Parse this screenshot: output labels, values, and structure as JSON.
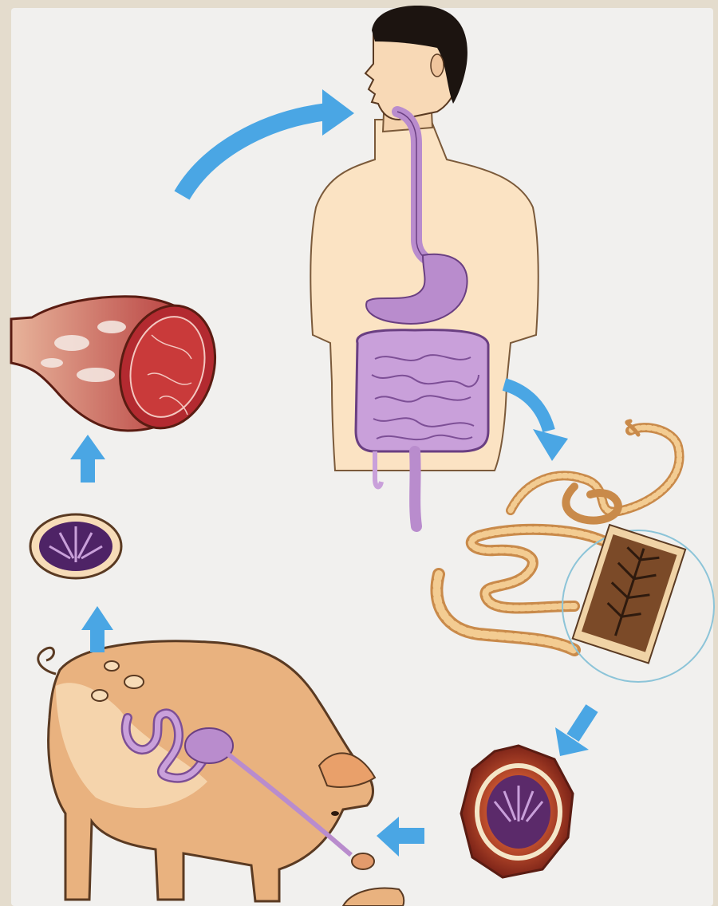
{
  "diagram": {
    "kind": "life-cycle",
    "stages": [
      {
        "id": "human-host",
        "icon": "human-digestive-tract"
      },
      {
        "id": "adult-tapeworm",
        "icon": "tapeworm-proglottid"
      },
      {
        "id": "egg",
        "icon": "egg-embryophore"
      },
      {
        "id": "pig-host",
        "icon": "pig-intestine"
      },
      {
        "id": "cysticercus",
        "icon": "cyst-bladder"
      },
      {
        "id": "infected-pork",
        "icon": "pork-ham"
      }
    ],
    "arrows": [
      {
        "from": "infected-pork",
        "to": "human-host"
      },
      {
        "from": "human-host",
        "to": "adult-tapeworm"
      },
      {
        "from": "adult-tapeworm",
        "to": "egg"
      },
      {
        "from": "egg",
        "to": "pig-host"
      },
      {
        "from": "pig-host",
        "to": "cysticercus"
      },
      {
        "from": "cysticercus",
        "to": "infected-pork"
      }
    ],
    "colors": {
      "background": "#f1f0ee",
      "frame": "#e4dccd",
      "arrow": "#4aa6e4",
      "organ": "#b98ccd",
      "skin": "#fbe3c3",
      "pig": "#e9b27f",
      "meat": "#a92e32",
      "worm": "#e7b074",
      "egg_shell": "#a83a2a",
      "egg_core": "#5b2a6a"
    }
  }
}
